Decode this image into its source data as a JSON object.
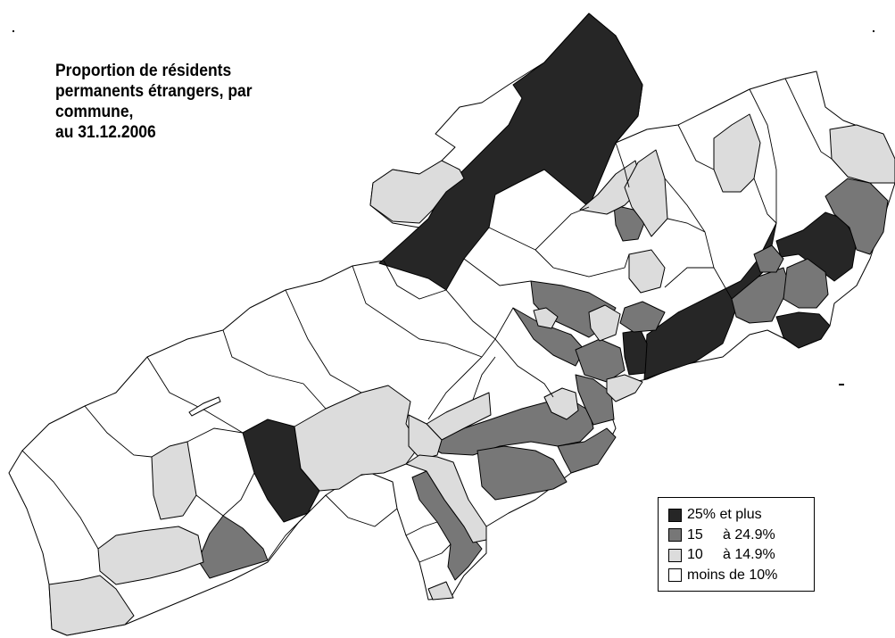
{
  "title": {
    "lines": [
      "Proportion de résidents",
      "permanents étrangers, par",
      "commune,",
      "au 31.12.2006"
    ]
  },
  "legend": {
    "items": [
      {
        "label": "25% et plus",
        "color": "#262626"
      },
      {
        "label": "15     à 24.9%",
        "color": "#777777"
      },
      {
        "label": "10     à 14.9%",
        "color": "#dcdcdc"
      },
      {
        "label": "moins de 10%",
        "color": "#ffffff"
      }
    ]
  },
  "colors": {
    "boundary": "#000000",
    "background": "#ffffff"
  }
}
